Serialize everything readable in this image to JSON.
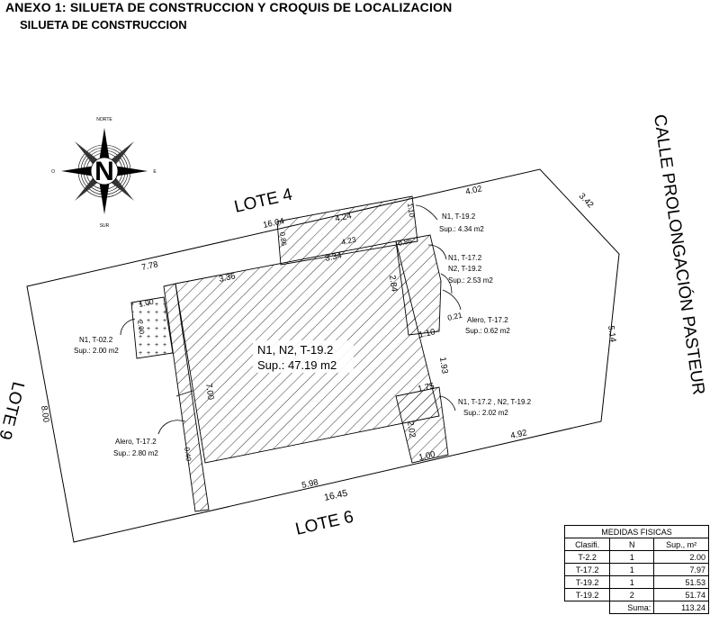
{
  "header": {
    "title": "ANEXO 1: SILUETA DE CONSTRUCCION Y CROQUIS DE LOCALIZACION",
    "subtitle": "SILUETA DE CONSTRUCCION"
  },
  "compass": {
    "north": "NORTE",
    "south": "SUR",
    "east": "E",
    "west": "O",
    "center": "N"
  },
  "neighbors": {
    "top": "LOTE 4",
    "bottom": "LOTE 6",
    "left": "LOTE 9",
    "street": "CALLE PROLONGACIÓN PASTEUR"
  },
  "dimensions": {
    "d16_04": "16.04",
    "d4_02": "4.02",
    "d3_42": "3.42",
    "d7_78": "7.78",
    "d4_24": "4.24",
    "d1_10a": "1.10",
    "d0_86a": "0.86",
    "d4_23": "4.23",
    "d0_86b": "0.86",
    "d3_34": "3.34",
    "d3_36": "3.36",
    "d2_84": "2.84",
    "d1_00a": "1.00",
    "d2_00": "2.00",
    "d0_21": "0.21",
    "d1_10b": "1.10",
    "d5_14": "5.14",
    "d1_93": "1.93",
    "d1_75": "1.75",
    "d8_00": "8.00",
    "d7_00": "7.00",
    "d2_02": "2.02",
    "d0_40": "0.40",
    "d1_00b": "1.00",
    "d4_92": "4.92",
    "d5_98": "5.98",
    "d16_45": "16.45"
  },
  "labels": {
    "main_line1": "N1, N2, T-19.2",
    "main_line2": "Sup.: 47.19 m2",
    "a1_l1": "N1, T-19.2",
    "a1_l2": "Sup.: 4.34 m2",
    "a2_l1": "N1, T-17.2",
    "a2_l2": "N2, T-19.2",
    "a2_l3": "Sup.: 2.53 m2",
    "a3_l1": "Alero, T-17.2",
    "a3_l2": "Sup.: 0.62 m2",
    "a4_l1": "N1, T-17.2 , N2, T-19.2",
    "a4_l2": "Sup.: 2.02 m2",
    "a5_l1": "N1, T-02.2",
    "a5_l2": "Sup.: 2.00 m2",
    "a6_l1": "Alero, T-17.2",
    "a6_l2": "Sup.: 2.80 m2"
  },
  "table": {
    "title": "MEDIDAS FISICAS",
    "headers": [
      "Clasifi.",
      "N",
      "Sup., m²"
    ],
    "rows": [
      [
        "T-2.2",
        "1",
        "2.00"
      ],
      [
        "T-17.2",
        "1",
        "7.97"
      ],
      [
        "T-19.2",
        "1",
        "51.53"
      ],
      [
        "T-19.2",
        "2",
        "51.74"
      ]
    ],
    "sum_label": "Suma:",
    "sum_value": "113.24"
  }
}
